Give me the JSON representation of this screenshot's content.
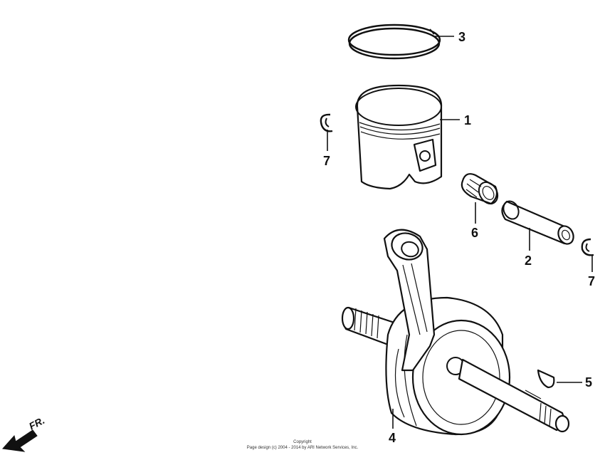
{
  "diagram": {
    "direction_label": "FR.",
    "copyright": [
      "Copyright",
      "Page design (c) 2004 - 2014 by ARI Network Services, Inc."
    ],
    "callouts": [
      {
        "id": "c3",
        "number": "3",
        "part": "piston-ring"
      },
      {
        "id": "c1",
        "number": "1",
        "part": "piston"
      },
      {
        "id": "c7a",
        "number": "7",
        "part": "piston-pin-clip-left"
      },
      {
        "id": "c6",
        "number": "6",
        "part": "needle-bearing"
      },
      {
        "id": "c2",
        "number": "2",
        "part": "piston-pin"
      },
      {
        "id": "c7b",
        "number": "7",
        "part": "piston-pin-clip-right"
      },
      {
        "id": "c5",
        "number": "5",
        "part": "woodruff-key"
      },
      {
        "id": "c4",
        "number": "4",
        "part": "crankshaft"
      }
    ]
  }
}
